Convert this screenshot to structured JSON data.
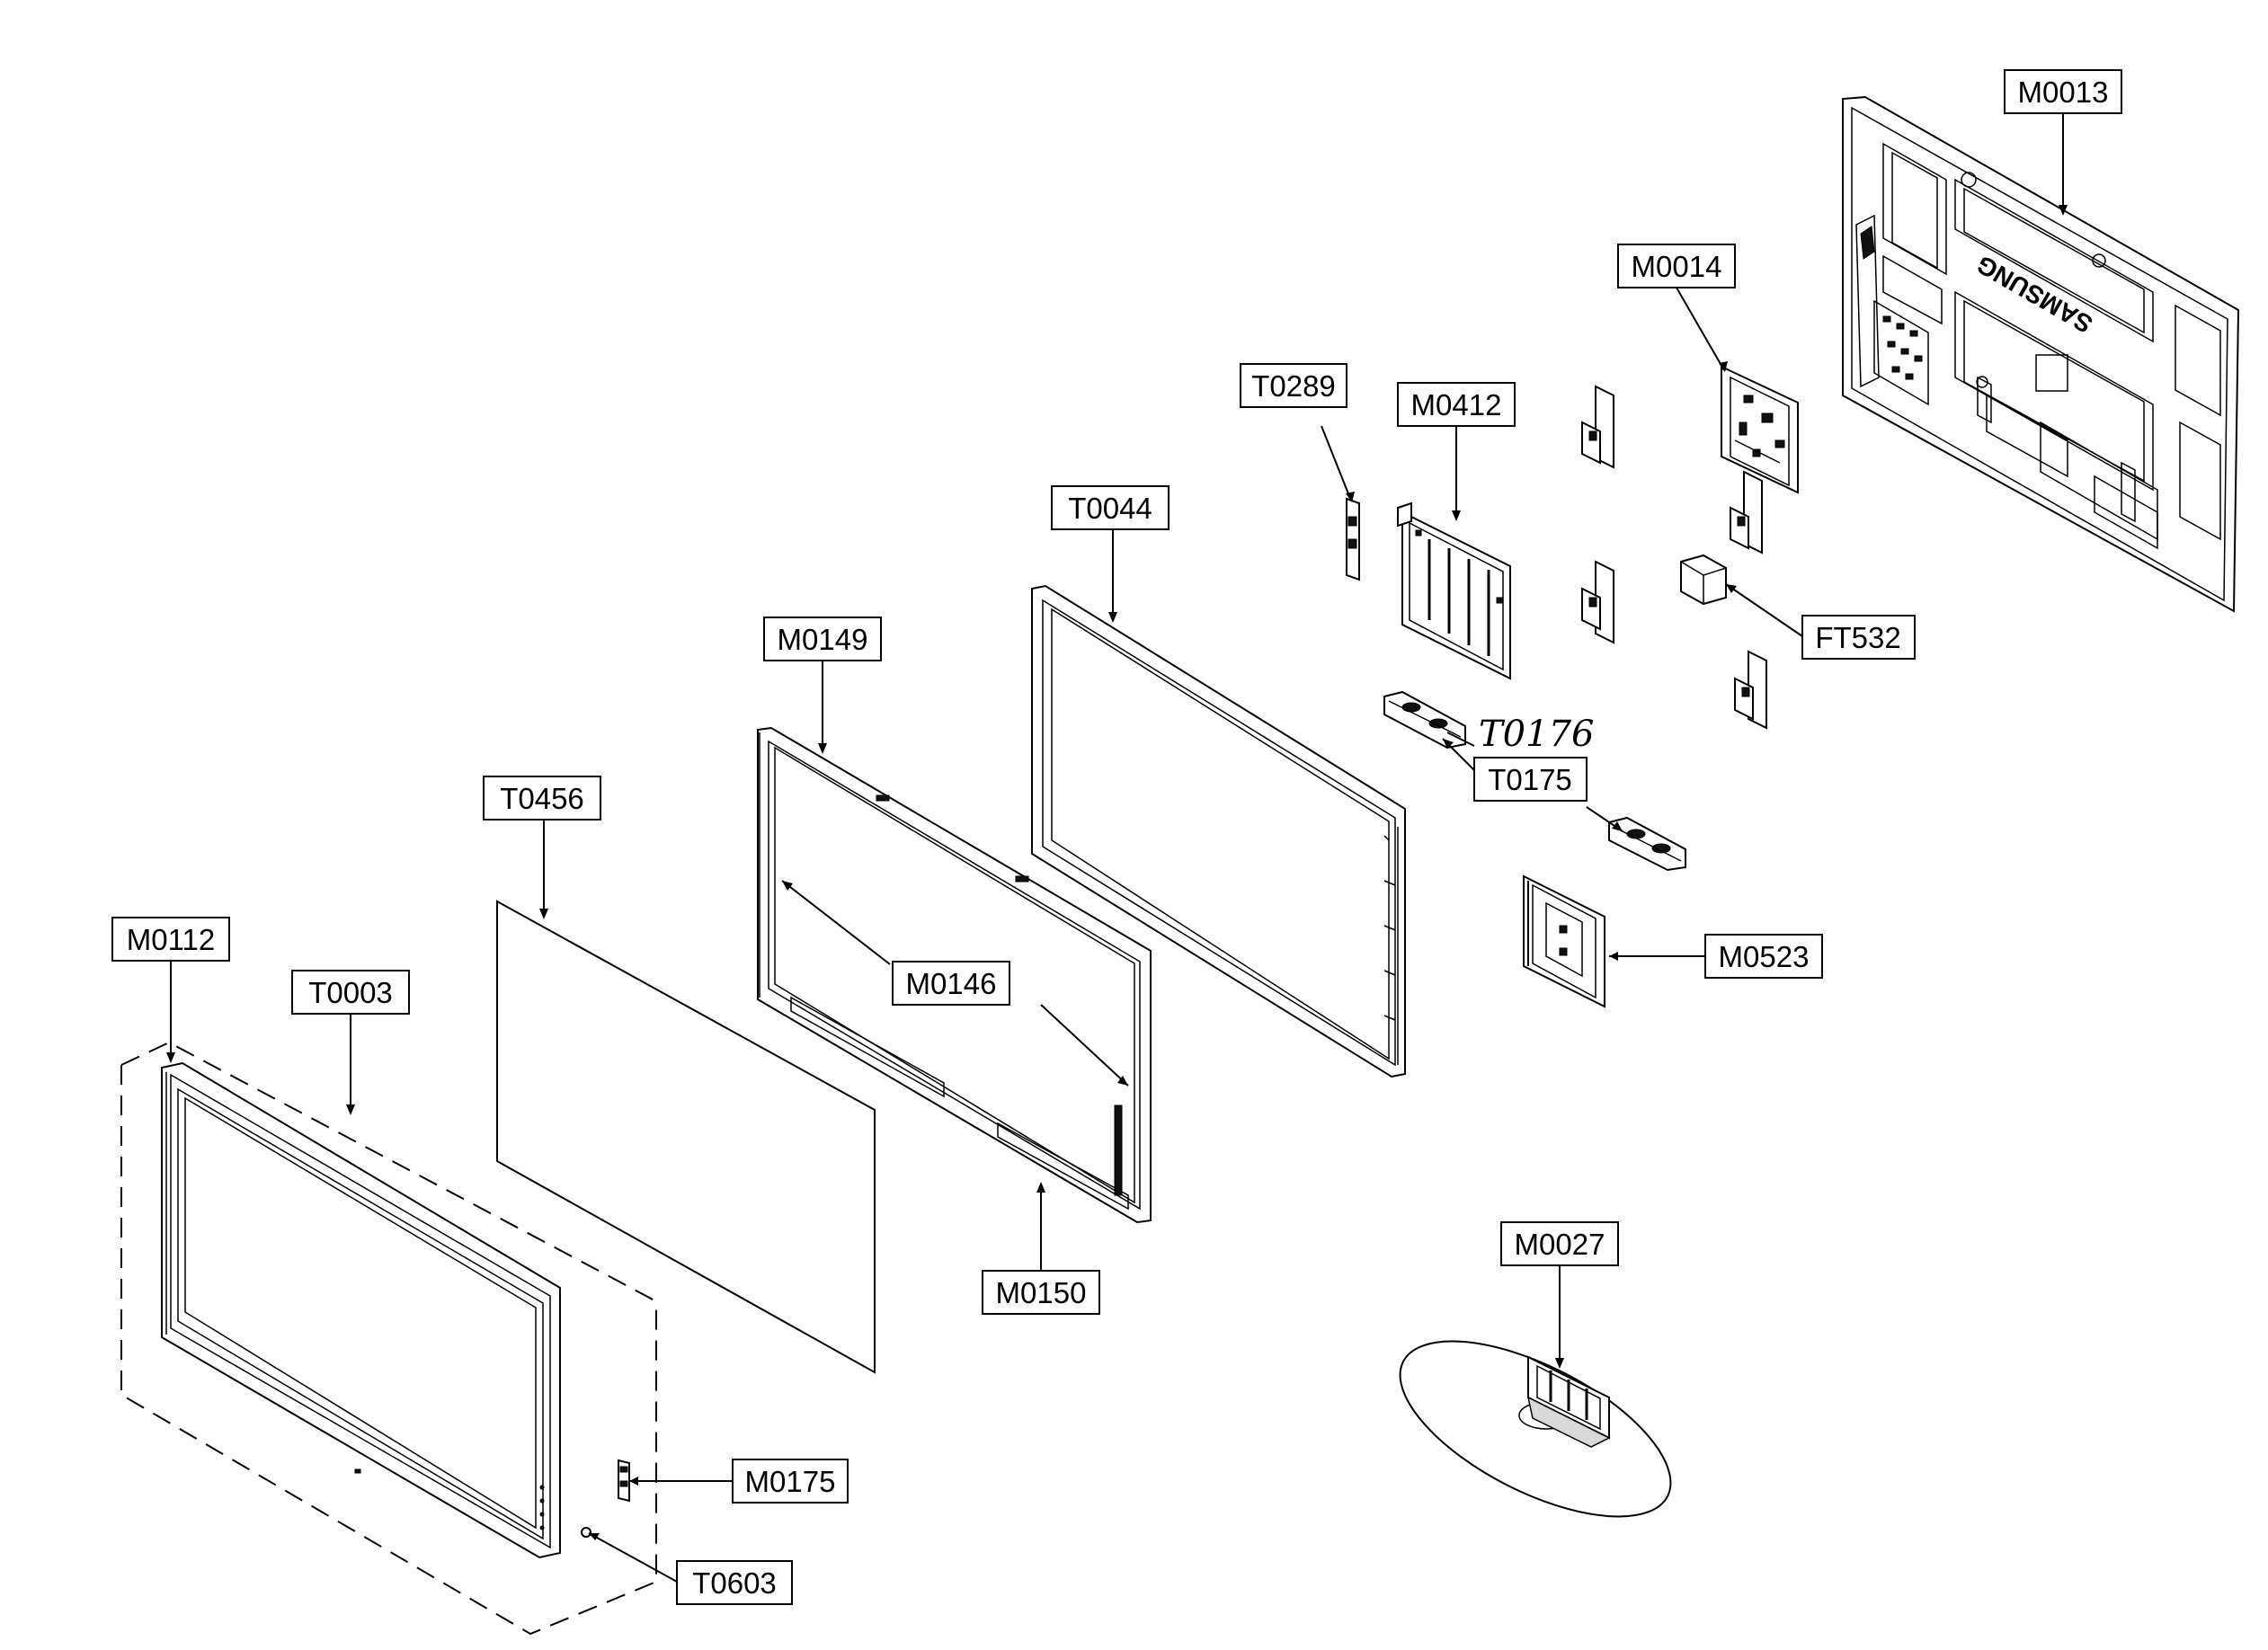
{
  "labels": {
    "M0013": "M0013",
    "M0014": "M0014",
    "T0289": "T0289",
    "M0412": "M0412",
    "T0044": "T0044",
    "M0149": "M0149",
    "T0456": "T0456",
    "M0112": "M0112",
    "T0003": "T0003",
    "M0146": "M0146",
    "M0150": "M0150",
    "FT532": "FT532",
    "T0175": "T0175",
    "M0523": "M0523",
    "M0027": "M0027",
    "M0175": "M0175",
    "T0603": "T0603"
  },
  "handwritten_note": "T0176",
  "logo_text": "SAMSUNG"
}
